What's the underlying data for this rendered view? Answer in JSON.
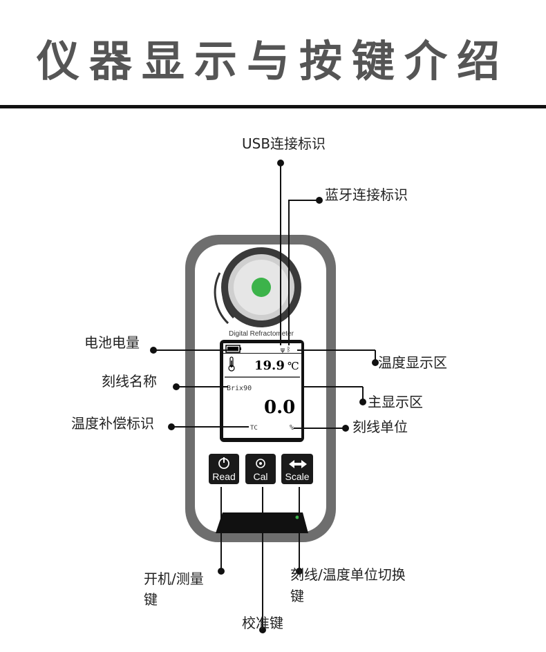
{
  "title": "仪器显示与按键介绍",
  "device": {
    "brand_text": "Digital Refractometer",
    "display": {
      "temperature": "19.9",
      "temperature_unit": "℃",
      "scale_name": "Brix90",
      "reading": "0.0",
      "tc_mark": "TC",
      "scale_unit": "%"
    },
    "buttons": {
      "read": "Read",
      "cal": "Cal",
      "scale": "Scale"
    }
  },
  "labels": {
    "usb": "USB连接标识",
    "bluetooth": "蓝牙连接标识",
    "battery": "电池电量",
    "temp_area": "温度显示区",
    "scale_name": "刻线名称",
    "main_display": "主显示区",
    "temp_comp": "温度补偿标识",
    "scale_unit": "刻线单位",
    "power_line1": "开机/测量",
    "power_line2": "键",
    "calibrate": "校准键",
    "switch_line1": "刻线/温度单位切换",
    "switch_line2": "键"
  },
  "colors": {
    "title": "#555555",
    "device_body": "#6e6e6e",
    "lens_center": "#3cb34a",
    "buttons": "#1a1a1a"
  }
}
